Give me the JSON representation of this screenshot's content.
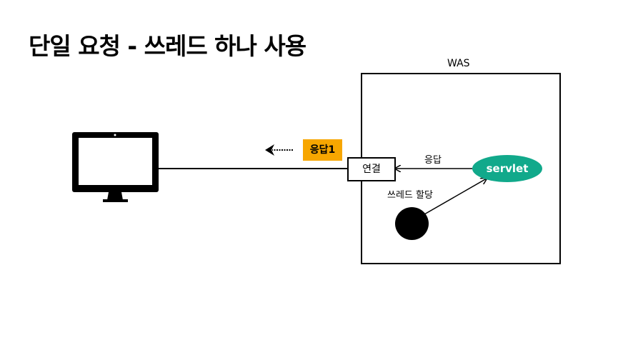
{
  "title": "단일 요청 - 쓰레드 하나 사용",
  "was": {
    "label": "WAS"
  },
  "connection": {
    "label": "연결"
  },
  "response_badge": {
    "label": "응답1",
    "color": "#f7a600"
  },
  "servlet": {
    "label": "servlet",
    "color": "#11a98b"
  },
  "response_arrow": {
    "label": "응답"
  },
  "thread": {
    "label": "쓰레드 할당"
  },
  "icons": {
    "client": "monitor-icon",
    "thread": "thread-dot"
  }
}
